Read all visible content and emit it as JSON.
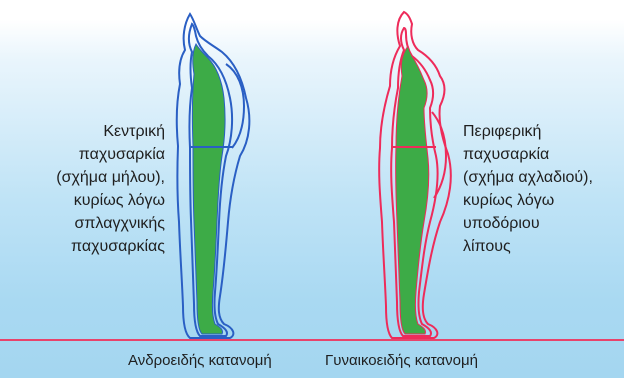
{
  "labels": {
    "male_description": "Κεντρική\nπαχυσαρκία\n(σχήμα μήλου),\nκυρίως λόγω\nσπλαγχνικής\nπαχυσαρκίας",
    "female_description": "Περιφερική\nπαχυσαρκία\n(σχήμα αχλαδιού),\nκυρίως λόγω\nυποδόριου\nλίπους"
  },
  "captions": {
    "male": "Ανδροειδής κατανομή",
    "female": "Γυναικοειδής κατανομή"
  },
  "colors": {
    "male_outline": "#2a5fc4",
    "female_outline": "#ee2b5a",
    "body_fill": "#3dab47",
    "ground_line": "#e8436b",
    "background_top": "#ffffff",
    "background_bottom": "#a4d6f0"
  }
}
